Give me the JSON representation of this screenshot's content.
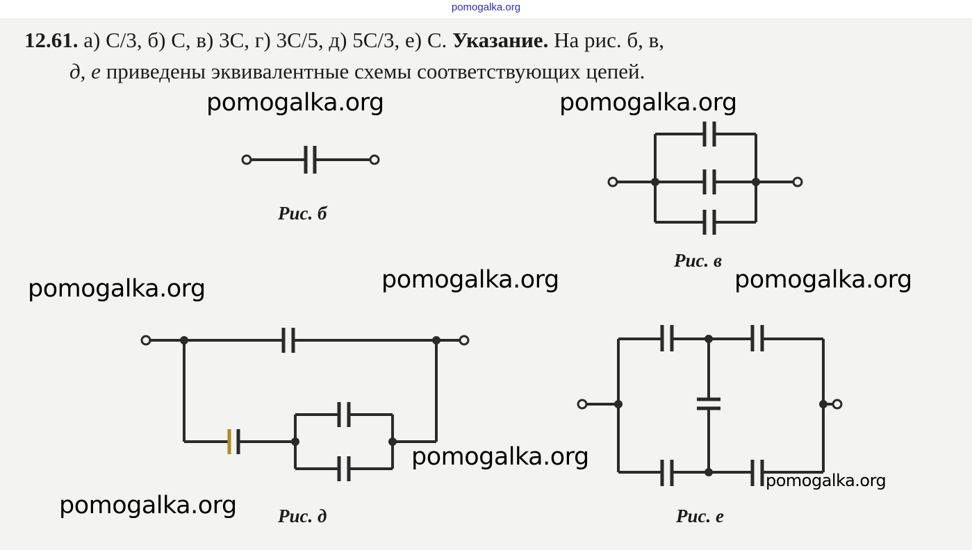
{
  "watermark_top": "pomogalka.org",
  "answer": {
    "number": "12.61.",
    "parts": [
      "а) C/3,",
      "б) C,",
      "в) 3C,",
      "г) 3C/5,",
      "д) 5C/3,",
      "е) C."
    ],
    "hint_label": "Указание.",
    "hint_line1": "На рис. б, в,",
    "hint_line2_italic": "д, е",
    "hint_line2": "приведены эквивалентные схемы соответствующих цепей."
  },
  "figures": {
    "b": "Рис. б",
    "v": "Рис. в",
    "d": "Рис. д",
    "e": "Рис. е"
  },
  "watermarks": [
    "pomogalka.org",
    "pomogalka.org",
    "pomogalka.org",
    "pomogalka.org",
    "pomogalka.org",
    "pomogalka.org",
    "pomogalka.org",
    "pomogalka.org"
  ]
}
